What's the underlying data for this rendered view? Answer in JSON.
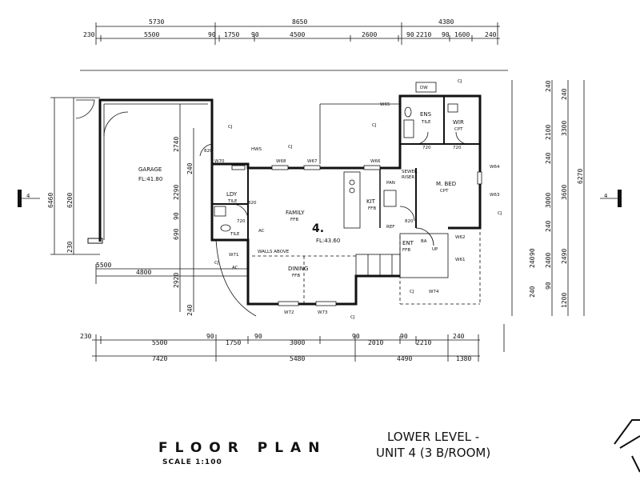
{
  "title": "FLOOR PLAN",
  "scale": "SCALE 1:100",
  "level_line1": "LOWER LEVEL -",
  "level_line2": "UNIT 4 (3 B/ROOM)",
  "section_marker": "4",
  "top_dims_row1": [
    "5730",
    "8650",
    "4380"
  ],
  "top_dims_row2": [
    "230",
    "5500",
    "90",
    "1750",
    "90",
    "4500",
    "2600",
    "90",
    "2210",
    "90",
    "1600",
    "240"
  ],
  "bottom_dims_row1": [
    "230",
    "5500",
    "90",
    "1750",
    "90",
    "3000",
    "90",
    "2010",
    "90",
    "2210",
    "240"
  ],
  "bottom_dims_row2": [
    "7420",
    "5480",
    "4490",
    "1380"
  ],
  "left_dims_outer": [
    "6460",
    "230"
  ],
  "left_dims_inner": [
    "6200",
    "2740",
    "240",
    "2290",
    "90",
    "690",
    "2920",
    "240",
    "4800",
    "5500"
  ],
  "right_dims_outer": [
    "240",
    "3300",
    "240",
    "6270",
    "3600",
    "240",
    "2490",
    "1200"
  ],
  "right_dims_inner": [
    "2100",
    "240",
    "3000",
    "90",
    "240",
    "2400",
    "90",
    "240"
  ],
  "rooms": {
    "garage": "GARAGE",
    "garage_fl": "FL:41.80",
    "ldy": "LDY",
    "ldy_tile": "TILE",
    "family": "FAMILY",
    "family_ffb": "FFB",
    "kit": "KIT",
    "kit_ffb": "FFB",
    "mbed": "M. BED",
    "mbed_cpt": "CPT",
    "ens": "ENS",
    "ens_tile": "TILE",
    "wir": "WIR",
    "wir_cpt": "CPT",
    "dining": "DINING",
    "dining_ffb": "FFB",
    "ent": "ENT",
    "ent_ffb": "FFB",
    "unit_number": "4.",
    "unit_fl": "FL:43.60",
    "walls_above": "WALLS ABOVE",
    "sewer": "SEWER",
    "riser": "RISER",
    "pan": "PAN",
    "ref": "REF",
    "hws": "HWS",
    "dw": "DW",
    "ac1": "AC",
    "ac2": "AC",
    "tile2": "TILE",
    "up": "UP",
    "ba": "BA"
  },
  "windows": [
    "W65",
    "W68",
    "W67",
    "W66",
    "W64",
    "W63",
    "W62",
    "W61",
    "W71",
    "W72",
    "W73",
    "W74",
    "W70"
  ],
  "cj_label": "CJ",
  "door_labels": [
    "720",
    "720",
    "820",
    "720",
    "820",
    "820"
  ]
}
